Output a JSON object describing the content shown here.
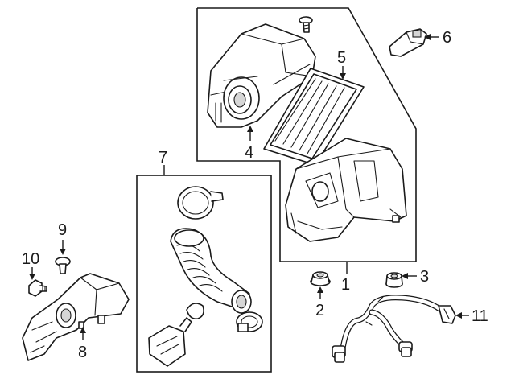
{
  "callouts": {
    "c1": "1",
    "c2": "2",
    "c3": "3",
    "c4": "4",
    "c5": "5",
    "c6": "6",
    "c7": "7",
    "c8": "8",
    "c9": "9",
    "c10": "10",
    "c11": "11"
  },
  "colors": {
    "line": "#1a1a1a",
    "background": "#ffffff",
    "shade": "#d6d6d6"
  }
}
